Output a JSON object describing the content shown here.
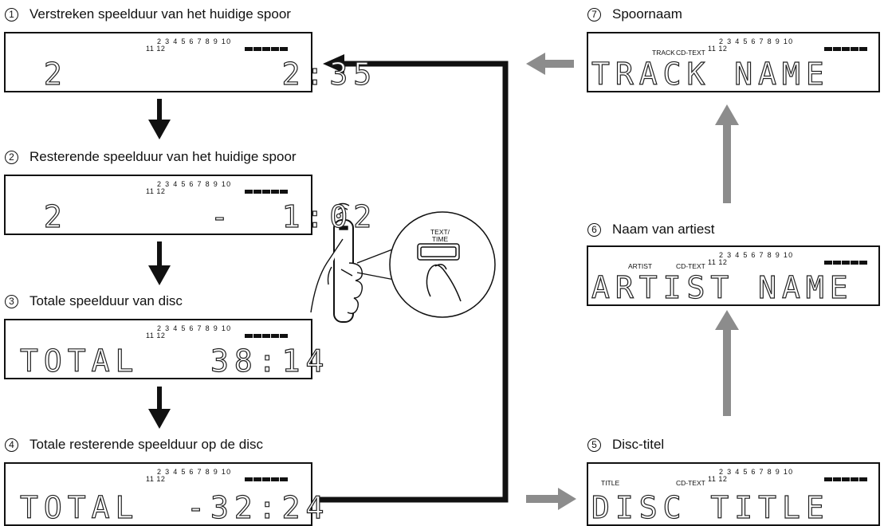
{
  "steps": [
    {
      "num": "1",
      "label": "Verstreken speelduur van het huidige spoor",
      "display": " 2         2:35"
    },
    {
      "num": "2",
      "label": "Resterende speelduur van het huidige spoor",
      "display": " 2      -  1:02"
    },
    {
      "num": "3",
      "label": "Totale speelduur van disc",
      "display": "TOTAL   38:14"
    },
    {
      "num": "4",
      "label": "Totale resterende speelduur op de disc",
      "display": "TOTAL  -32:24"
    },
    {
      "num": "5",
      "label": "Disc-titel",
      "display": "DISC TITLE",
      "tag_left": "TITLE",
      "tag_cdtext": "CD-TEXT"
    },
    {
      "num": "6",
      "label": "Naam van artiest",
      "display": "ARTIST NAME",
      "tag_left": "ARTIST",
      "tag_cdtext": "CD-TEXT"
    },
    {
      "num": "7",
      "label": "Spoornaam",
      "display": "TRACK NAME",
      "tag_left": "TRACK",
      "tag_cdtext": "CD-TEXT"
    }
  ],
  "indicators": {
    "top": "2 3 4 5 6 7 8 9 10",
    "bottom": "11 12"
  },
  "button_label": "TEXT/ TIME",
  "colors": {
    "black_arrow": "#111111",
    "grey_arrow": "#8c8c8c"
  }
}
